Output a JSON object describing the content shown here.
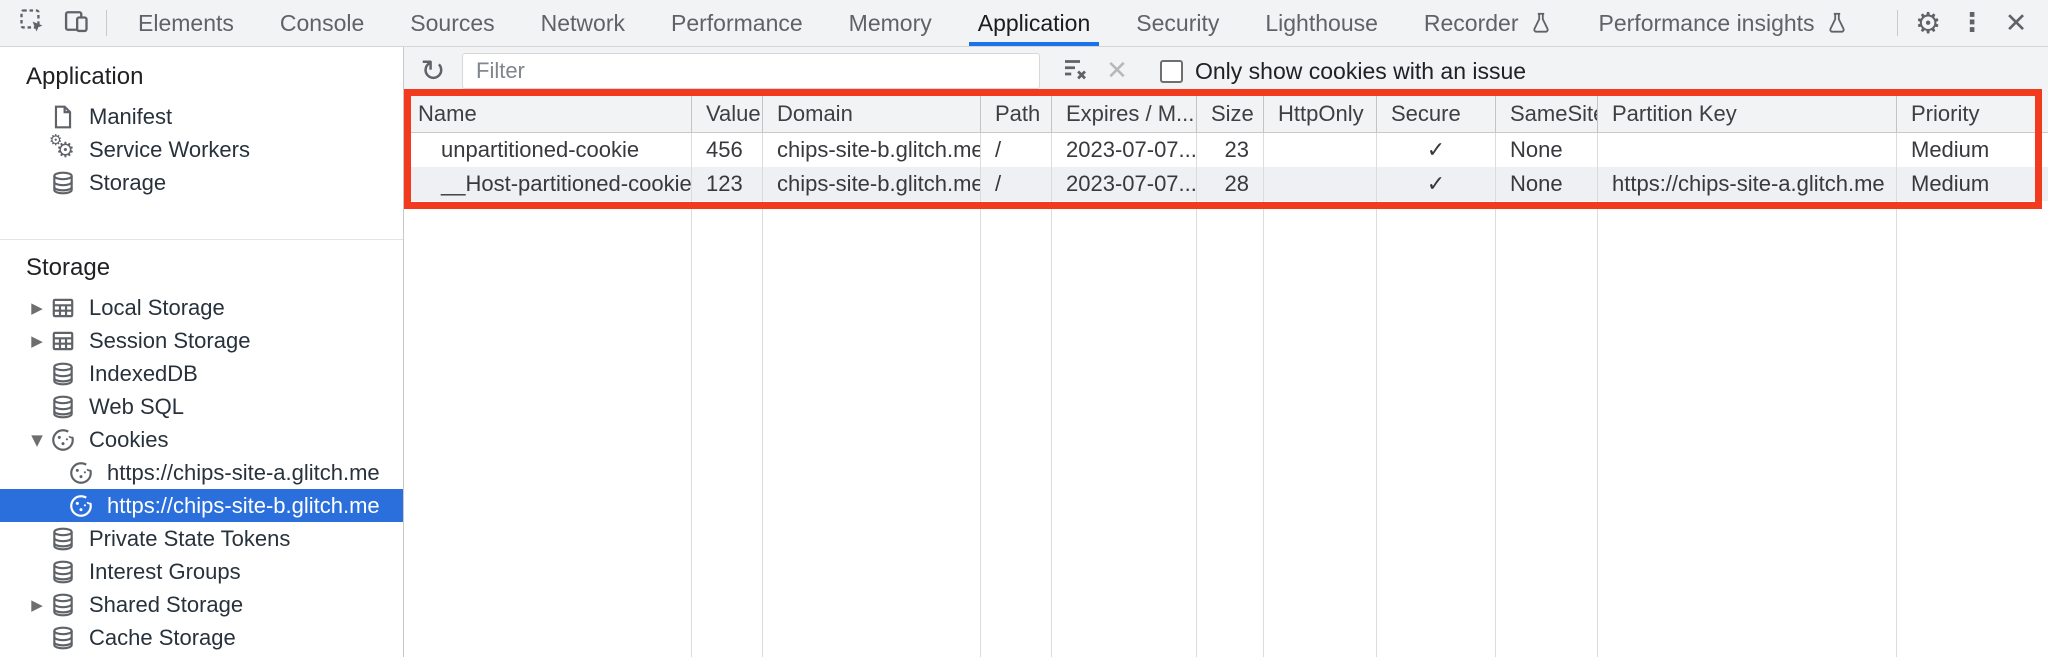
{
  "tabbar": {
    "tabs": [
      {
        "label": "Elements"
      },
      {
        "label": "Console"
      },
      {
        "label": "Sources"
      },
      {
        "label": "Network"
      },
      {
        "label": "Performance"
      },
      {
        "label": "Memory"
      },
      {
        "label": "Application",
        "active": true
      },
      {
        "label": "Security"
      },
      {
        "label": "Lighthouse"
      },
      {
        "label": "Recorder",
        "flask": true
      },
      {
        "label": "Performance insights",
        "flask": true
      }
    ]
  },
  "cookie_toolbar": {
    "filter_placeholder": "Filter",
    "filter_value": "",
    "checkbox_label": "Only show cookies with an issue",
    "checkbox_checked": false
  },
  "sidebar": {
    "sections": [
      {
        "title": "Application",
        "items": [
          {
            "label": "Manifest",
            "icon": "file-icon"
          },
          {
            "label": "Service Workers",
            "icon": "service-workers-icon"
          },
          {
            "label": "Storage",
            "icon": "database-icon"
          }
        ]
      },
      {
        "title": "Storage",
        "items": [
          {
            "label": "Local Storage",
            "icon": "grid-icon",
            "arrow": "collapsed"
          },
          {
            "label": "Session Storage",
            "icon": "grid-icon",
            "arrow": "collapsed"
          },
          {
            "label": "IndexedDB",
            "icon": "database-icon"
          },
          {
            "label": "Web SQL",
            "icon": "database-icon"
          },
          {
            "label": "Cookies",
            "icon": "cookie-icon",
            "arrow": "expanded"
          },
          {
            "label": "https://chips-site-a.glitch.me",
            "icon": "cookie-icon",
            "level": 2
          },
          {
            "label": "https://chips-site-b.glitch.me",
            "icon": "cookie-icon",
            "level": 2,
            "selected": true
          },
          {
            "label": "Private State Tokens",
            "icon": "database-icon"
          },
          {
            "label": "Interest Groups",
            "icon": "database-icon"
          },
          {
            "label": "Shared Storage",
            "icon": "database-icon",
            "arrow": "collapsed"
          },
          {
            "label": "Cache Storage",
            "icon": "database-icon"
          }
        ]
      }
    ]
  },
  "cookies_table": {
    "columns": [
      "Name",
      "Value",
      "Domain",
      "Path",
      "Expires / M...",
      "Size",
      "HttpOnly",
      "Secure",
      "SameSite",
      "Partition Key",
      "Priority"
    ],
    "rows": [
      [
        "unpartitioned-cookie",
        "456",
        "chips-site-b.glitch.me",
        "/",
        "2023-07-07...",
        "23",
        "",
        "✓",
        "None",
        "",
        "Medium"
      ],
      [
        "__Host-partitioned-cookie",
        "123",
        "chips-site-b.glitch.me",
        "/",
        "2023-07-07...",
        "28",
        "",
        "✓",
        "None",
        "https://chips-site-a.glitch.me",
        "Medium"
      ]
    ]
  },
  "colors": {
    "accent_blue": "#1a73e8",
    "selection_blue": "#2a6fdb",
    "highlight_red": "#f13a1e",
    "stripe_row": "#eef0f3"
  }
}
